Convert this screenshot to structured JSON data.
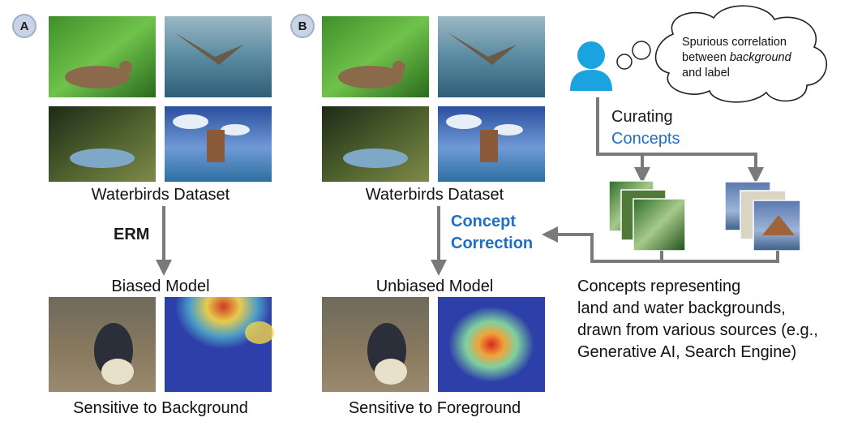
{
  "panels": {
    "a": {
      "badge": "A",
      "dataset_caption": "Waterbirds Dataset",
      "method_label": "ERM",
      "model_caption": "Biased Model",
      "result_caption": "Sensitive to Background"
    },
    "b": {
      "badge": "B",
      "dataset_caption": "Waterbirds Dataset",
      "method_label_line1": "Concept",
      "method_label_line2": "Correction",
      "model_caption": "Unbiased Model",
      "result_caption": "Sensitive to Foreground"
    }
  },
  "thought_cloud": {
    "line1": "Spurious correlation",
    "line2_prefix": "between ",
    "line2_emphasis": "background",
    "line3": "and label"
  },
  "curating": {
    "line1": "Curating",
    "line2": "Concepts"
  },
  "concept_description": {
    "line1": "Concepts representing",
    "line2": "land and water backgrounds,",
    "line3": "drawn from various sources (e.g.,",
    "line4": "Generative AI, Search Engine)"
  },
  "colors": {
    "arrow": "#7a7a7a",
    "accent_blue": "#1f6fc8",
    "user_icon": "#1aa3e0",
    "badge_fill": "#c8d4e6"
  }
}
